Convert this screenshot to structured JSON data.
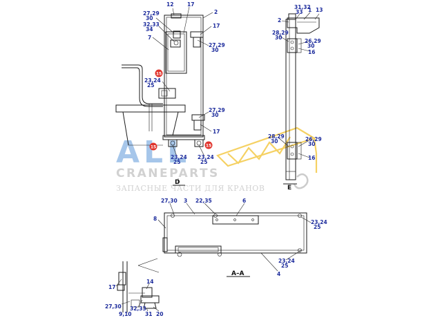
{
  "colors": {
    "label": "#1c2b9c",
    "line": "#1a1a1a",
    "marker": "#e0332c",
    "watermark_gray": "#9a9a9a",
    "watermark_blue": "#4f8fd6",
    "watermark_yellow": "#f2c230"
  },
  "watermark": {
    "logo_letters": "ALL",
    "brand": "CRANEPARTS",
    "tagline": "ЗАПАСНЫЕ ЧАСТИ ДЛЯ КРАНОВ",
    "emblem_letter": "E"
  },
  "sections": {
    "d": "D",
    "e": "E",
    "aa": "A–A"
  },
  "markers": {
    "m1": "15",
    "m2": "15",
    "m3": "15"
  },
  "labels": {
    "l12": "12",
    "l17a": "17",
    "l2a": "2",
    "l2729a": "27,29",
    "l30a": "30",
    "l3233a": "32,33",
    "l34": "34",
    "l17b": "17",
    "l7": "7",
    "l2729b": "27,29",
    "l30b": "30",
    "l2324a": "23,24",
    "l25a": "25",
    "l2729c": "27,29",
    "l30c": "30",
    "l17c": "17",
    "l2324b": "23,24",
    "l25b": "25",
    "l2324c": "23,24",
    "l25c": "25",
    "l3132": "31,32",
    "l33": "33",
    "l1": "1",
    "l13": "13",
    "l2b": "2",
    "l2829a": "28,29",
    "l30d": "30",
    "l2629a": "26,29",
    "l30e": "30",
    "l16a": "16",
    "l2829b": "28,29",
    "l30f": "30",
    "l2629b": "26,29",
    "l30g": "30",
    "l16b": "16",
    "l2730a": "27,30",
    "l3": "3",
    "l2235": "22,35",
    "l6": "6",
    "l8": "8",
    "l2324d": "23,24",
    "l25d": "25",
    "l2324e": "23,24",
    "l25e": "25",
    "l4": "4",
    "l14": "14",
    "l17d": "17",
    "l2730b": "27,30",
    "l3233b": "32,33",
    "l910": "9,10",
    "l31": "31",
    "l20": "20"
  }
}
